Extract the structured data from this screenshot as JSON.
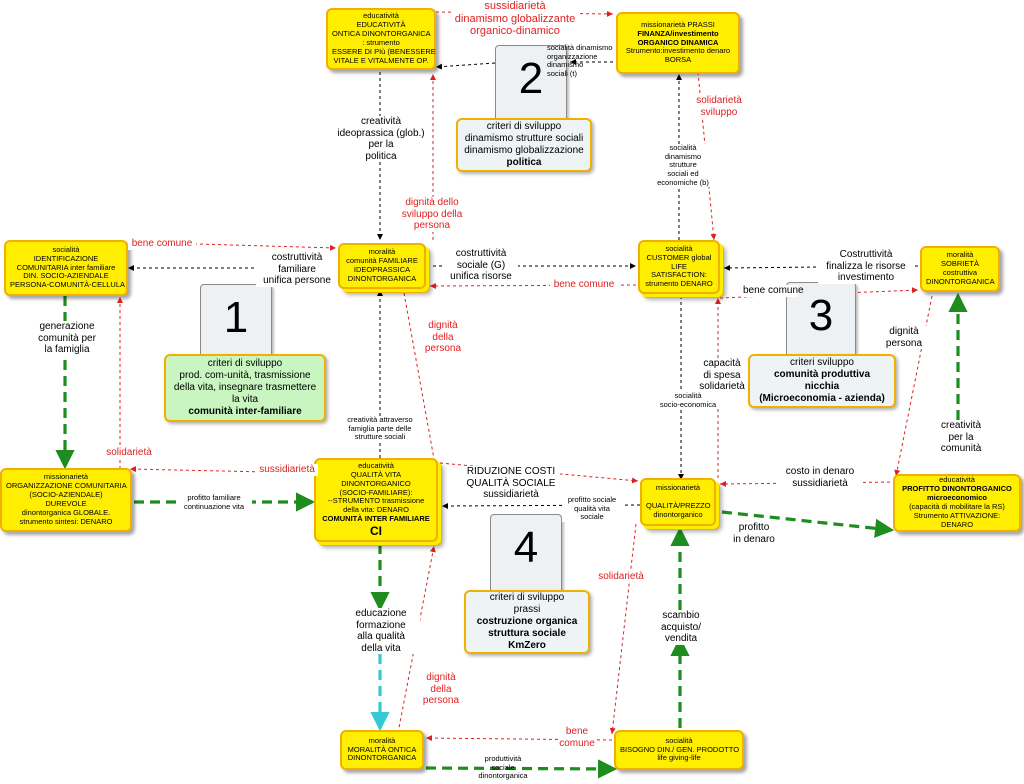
{
  "nodes": {
    "n1": {
      "lines": [
        {
          "t": "educatività"
        },
        {
          "t": "EDUCATIVITÀ"
        },
        {
          "t": "ONTICA DINONTORGANICA"
        },
        {
          "t": ": strumento"
        },
        {
          "t": "ESSERE DI PIù (BENESSERE"
        },
        {
          "t": "VITALE E VITALMENTE OP."
        }
      ]
    },
    "n2": {
      "lines": [
        {
          "t": "missionarietà PRASSI"
        },
        {
          "t": "FINANZA/investimento",
          "b": true
        },
        {
          "t": "ORGANICO DINAMICA",
          "b": true
        },
        {
          "t": "Strumento:investimento denaro"
        },
        {
          "t": "BORSA"
        }
      ]
    },
    "n3": {
      "lines": [
        {
          "t": "socialità"
        },
        {
          "t": "IDENTIFICAZIONE"
        },
        {
          "t": "COMUNITARIA inter familiare"
        },
        {
          "t": "DIN. SOCIO-AZIENDALE"
        },
        {
          "t": "PERSONA-COMUNITÀ-CELLULA"
        }
      ]
    },
    "n4": {
      "lines": [
        {
          "t": "moralità"
        },
        {
          "t": "comunità FAMILIARE"
        },
        {
          "t": "IDEOPRASSICA"
        },
        {
          "t": "DINONTORGANICA"
        }
      ]
    },
    "n5": {
      "lines": [
        {
          "t": "socialità"
        },
        {
          "t": "CUSTOMER  global"
        },
        {
          "t": "LIFE"
        },
        {
          "t": "SATISFACTION:"
        },
        {
          "t": "strumento DENARO"
        }
      ]
    },
    "n6": {
      "lines": [
        {
          "t": "moralità"
        },
        {
          "t": "SOBRIETÀ"
        },
        {
          "t": "costruttiva"
        },
        {
          "t": "DINONTORGANICA"
        }
      ]
    },
    "n7": {
      "lines": [
        {
          "t": "missionarietà"
        },
        {
          "t": "ORGANIZZAZIONE COMUNITARIA"
        },
        {
          "t": "(SOCIO-AZIENDALE)"
        },
        {
          "t": "DUREVOLE"
        },
        {
          "t": "dinontorganica GLOBALE."
        },
        {
          "t": "strumento sintesi: DENARO"
        }
      ]
    },
    "n8": {
      "lines": [
        {
          "t": "educatività"
        },
        {
          "t": "QUALITÀ VITA"
        },
        {
          "t": "DINONTORGANICO"
        },
        {
          "t": "(SOCIO-FAMILIARE):"
        },
        {
          "t": "--STRUMENTO trasmissione"
        },
        {
          "t": "della vita: DENARO"
        },
        {
          "t": "COMUNITÀ INTER FAMILIARE",
          "b": true
        },
        {
          "t": "CI",
          "big": true
        }
      ]
    },
    "n9": {
      "lines": [
        {
          "t": "missionarietà"
        },
        {
          "t": ""
        },
        {
          "t": "QUALITÀ/PREZZO"
        },
        {
          "t": "dinontorganico"
        }
      ]
    },
    "n10": {
      "lines": [
        {
          "t": "educatività"
        },
        {
          "t": "PROFITTO DINONTORGANICO",
          "b": true
        },
        {
          "t": "microeconomico",
          "b": true
        },
        {
          "t": "(capacità di mobilitare la RS)"
        },
        {
          "t": "Strumento ATTIVAZIONE:"
        },
        {
          "t": "DENARO"
        }
      ]
    },
    "n11": {
      "lines": [
        {
          "t": "moralità"
        },
        {
          "t": "MORALITÀ ONTICA"
        },
        {
          "t": "DINONTORGANICA"
        }
      ]
    },
    "n12": {
      "lines": [
        {
          "t": "socialità"
        },
        {
          "t": "BISOGNO DIN./ GEN. PRODOTTO"
        },
        {
          "t": "life giving-life"
        }
      ]
    }
  },
  "labels": {
    "l_sussid_top": {
      "lines": [
        "sussidiarietà",
        "dinamismo globalizzante",
        "organico-dinamico"
      ]
    },
    "l_dinamismo": {
      "lines": [
        "socialità dinamismo",
        "organizzazione",
        "dinamismo",
        "sociali (t)"
      ]
    },
    "l_solid_top": {
      "lines": [
        "solidarietà",
        "sviluppo"
      ]
    },
    "l_socialita_b": {
      "lines": [
        "socialità",
        "dinamismo",
        "strutture",
        "sociali ed",
        "economiche (b)"
      ]
    },
    "l_creat_ideo": {
      "lines": [
        "creatività",
        "ideoprassica (glob.)",
        "per la",
        "politica"
      ]
    },
    "l_dignita_svil": {
      "lines": [
        "dignità dello",
        "sviluppo della",
        "persona"
      ]
    },
    "l_bene_comune1": {
      "lines": [
        "bene comune"
      ]
    },
    "l_costr_fam": {
      "lines": [
        "costruttività",
        "familiare",
        "unifica persone"
      ]
    },
    "l_costr_soc": {
      "lines": [
        "costruttività",
        "sociale (G)",
        "unifica risorse"
      ]
    },
    "l_bene_comune2": {
      "lines": [
        "bene comune"
      ]
    },
    "l_costr_fin": {
      "lines": [
        "Costruttività",
        "finalizza le risorse",
        "investimento"
      ]
    },
    "l_bene_comune3": {
      "lines": [
        "bene comune"
      ]
    },
    "l_gen_com": {
      "lines": [
        "generazione",
        "comunità per",
        "la famiglia"
      ]
    },
    "l_dignita_pers1": {
      "lines": [
        "dignità",
        "della",
        "persona"
      ]
    },
    "l_dignita_pers2": {
      "lines": [
        "dignità",
        "persona"
      ]
    },
    "l_capacita": {
      "lines": [
        "capacità",
        "di spesa",
        "solidarietà"
      ]
    },
    "l_soc_eco": {
      "lines": [
        "socialità",
        "socio-economica"
      ]
    },
    "l_creat_fam": {
      "lines": [
        "creatività attraverso",
        "famiglia parte delle",
        "strutture sociali"
      ]
    },
    "l_creat_com": {
      "lines": [
        "creatività",
        "per la",
        "comunità"
      ]
    },
    "l_solid_left": {
      "lines": [
        "solidarietà"
      ]
    },
    "l_sussid_left": {
      "lines": [
        "sussidiarietà"
      ]
    },
    "l_riduzione": {
      "lines": [
        "RIDUZIONE COSTI",
        "QUALITÀ SOCIALE",
        "sussidiarietà"
      ]
    },
    "l_costo": {
      "lines": [
        "costo in denaro",
        "sussidiarietà"
      ]
    },
    "l_profitto_fam": {
      "lines": [
        "profitto familiare",
        "continuazione vita"
      ]
    },
    "l_profitto_soc": {
      "lines": [
        "profitto sociale",
        "qualità vita",
        "sociale"
      ]
    },
    "l_profitto_den": {
      "lines": [
        "profitto",
        "in denaro"
      ]
    },
    "l_solid_bottom": {
      "lines": [
        "solidarietà"
      ]
    },
    "l_educazione": {
      "lines": [
        "educazione",
        "formazione",
        "alla qualità",
        "della vita"
      ]
    },
    "l_scambio": {
      "lines": [
        "scambio",
        "acquisto/",
        "vendita"
      ]
    },
    "l_dignita_pers3": {
      "lines": [
        "dignità",
        "della",
        "persona"
      ]
    },
    "l_bene_comune4": {
      "lines": [
        "bene",
        "comune"
      ]
    },
    "l_produttivita": {
      "lines": [
        "produttività",
        "sociale",
        "dinontorganica"
      ]
    }
  },
  "criteria": {
    "c1": {
      "number": "1",
      "lines": [
        {
          "t": "criteri di sviluppo"
        },
        {
          "t": "prod. com-unità, trasmissione"
        },
        {
          "t": "della vita, insegnare trasmettere"
        },
        {
          "t": "la vita"
        },
        {
          "t": "comunità inter-familiare",
          "b": true
        }
      ]
    },
    "c2": {
      "number": "2",
      "lines": [
        {
          "t": "criteri di sviluppo"
        },
        {
          "t": "dinamismo strutture sociali"
        },
        {
          "t": "dinamismo globalizzazione"
        },
        {
          "t": "politica",
          "b": true
        }
      ]
    },
    "c3": {
      "number": "3",
      "lines": [
        {
          "t": "criteri sviluppo"
        },
        {
          "t": "comunità produttiva",
          "b": true
        },
        {
          "t": "nicchia",
          "b": true
        },
        {
          "t": "(Microeconomia - azienda)",
          "b": true
        }
      ]
    },
    "c4": {
      "number": "4",
      "lines": [
        {
          "t": "criteri di sviluppo"
        },
        {
          "t": "prassi"
        },
        {
          "t": "costruzione organica",
          "b": true
        },
        {
          "t": "struttura sociale",
          "b": true
        },
        {
          "t": "KmZero",
          "b": true
        }
      ]
    }
  },
  "colors": {
    "node_fill": "#ffee00",
    "node_border": "#f0b000",
    "black_arrow": "#000000",
    "red_arrow": "#e02020",
    "green_arrow": "#1e8c1e",
    "cyan_arrow": "#33c9d6",
    "green_box": "#c8f5c0"
  }
}
